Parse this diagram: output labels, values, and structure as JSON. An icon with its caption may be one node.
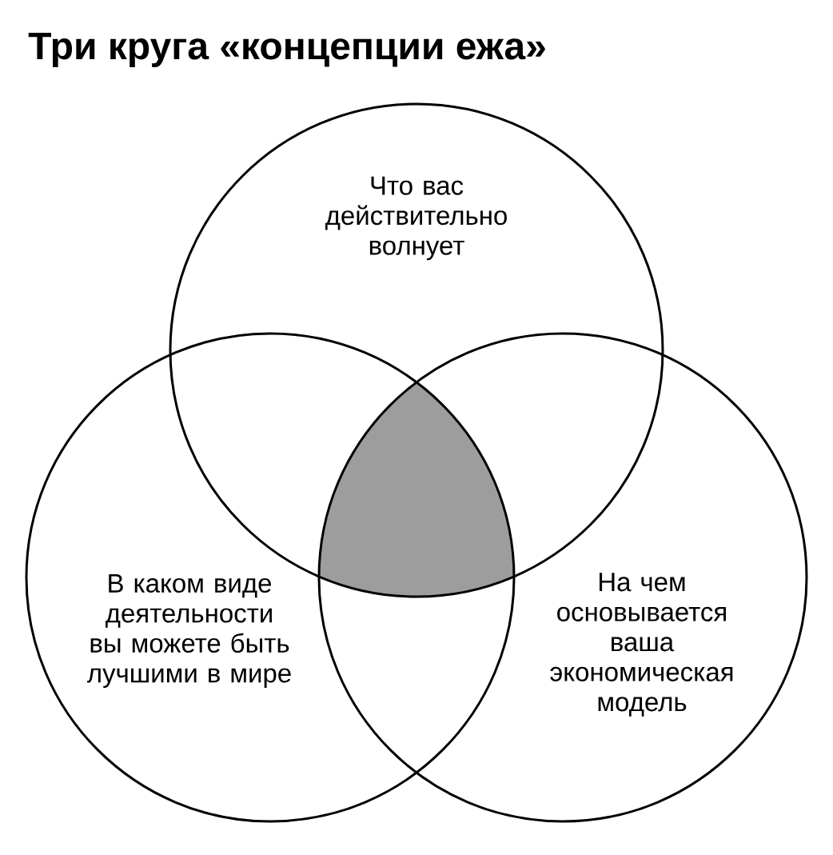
{
  "diagram": {
    "title": "Три круга «концепции ежа»",
    "nodes": [
      {
        "text": [
          "Что вас действительно волнует"
        ]
      },
      {
        "text": [
          "В каком виде деятельности вы можете быть лучшими в мире"
        ]
      },
      {
        "text": [
          "На чем основывается ваша экономическая модель"
        ]
      },
      {
        "text": [],
        "shape": "triangle"
      }
    ]
  }
}
